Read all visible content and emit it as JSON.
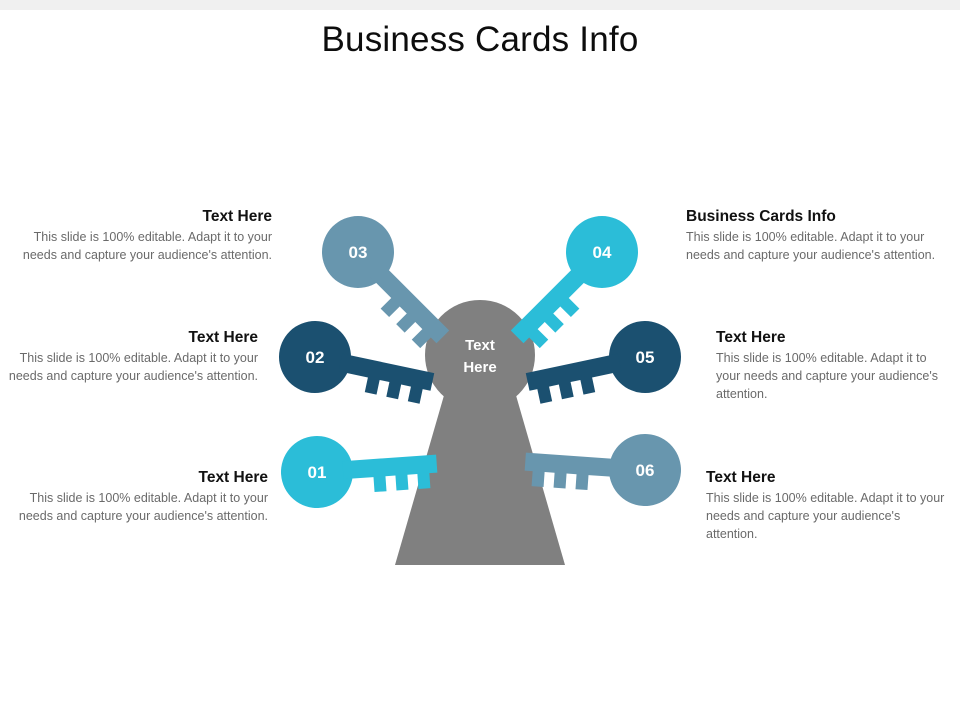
{
  "slide": {
    "title": "Business Cards Info",
    "background_color": "#ffffff",
    "top_band_color": "#f0f0f0"
  },
  "center": {
    "label_line1": "Text",
    "label_line2": "Here",
    "color": "#808080",
    "shape": "keyhole"
  },
  "palette": {
    "cyan": "#2BBDD8",
    "navy": "#1B5070",
    "steel": "#6896AE",
    "gray": "#808080",
    "heading": "#111111",
    "body": "#6a6a6a"
  },
  "keys": [
    {
      "number": "01",
      "color": "#2BBDD8",
      "position": "bottom-left"
    },
    {
      "number": "02",
      "color": "#1B5070",
      "position": "middle-left"
    },
    {
      "number": "03",
      "color": "#6896AE",
      "position": "top-left"
    },
    {
      "number": "04",
      "color": "#2BBDD8",
      "position": "top-right"
    },
    {
      "number": "05",
      "color": "#1B5070",
      "position": "middle-right"
    },
    {
      "number": "06",
      "color": "#6896AE",
      "position": "bottom-right"
    }
  ],
  "blocks": [
    {
      "key": "03",
      "heading": "Text Here",
      "body": "This slide is 100% editable. Adapt it to your needs and capture your audience's attention."
    },
    {
      "key": "02",
      "heading": "Text Here",
      "body": "This slide is 100% editable. Adapt it to your needs and capture your audience's attention."
    },
    {
      "key": "01",
      "heading": "Text Here",
      "body": "This slide is 100% editable. Adapt it to your needs and capture your audience's attention."
    },
    {
      "key": "04",
      "heading": "Business Cards Info",
      "body": "This slide is 100% editable. Adapt it to your needs and capture your audience's attention."
    },
    {
      "key": "05",
      "heading": "Text Here",
      "body": "This slide is 100% editable. Adapt it to your needs and capture your audience's attention."
    },
    {
      "key": "06",
      "heading": "Text Here",
      "body": "This slide is 100% editable. Adapt it to your needs and capture your audience's attention."
    }
  ]
}
